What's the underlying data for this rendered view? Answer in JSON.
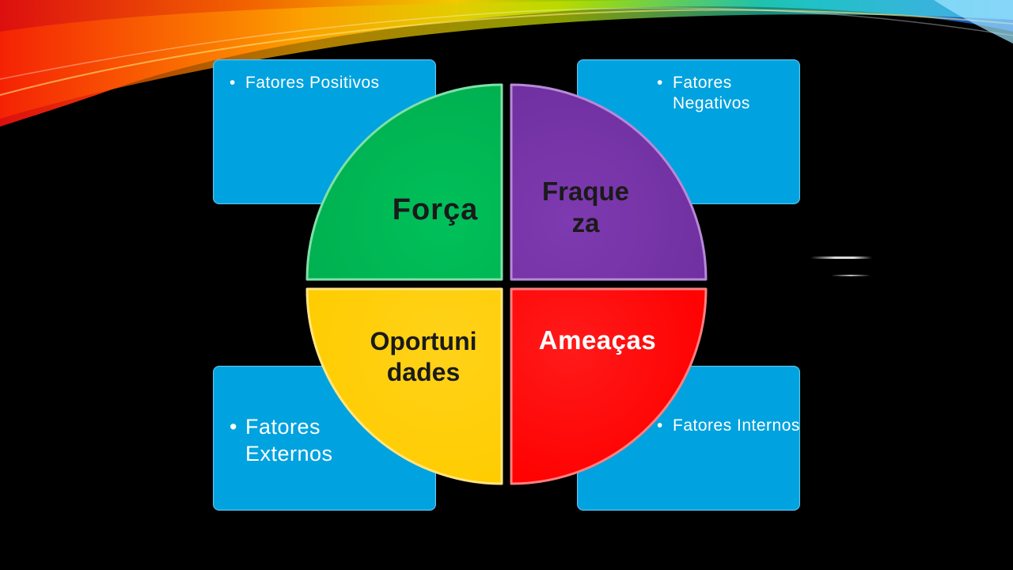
{
  "colors": {
    "background": "#000000",
    "box": "#00a2df",
    "forca": "#00b050",
    "fraqueza": "#7030a0",
    "oportunidades": "#ffcc00",
    "ameacas": "#ff0000"
  },
  "boxes": {
    "top_left": "Fatores Positivos",
    "top_right": "Fatores Negativos",
    "bottom_left": "Fatores Externos",
    "bottom_right": "Fatores Internos"
  },
  "quadrants": {
    "forca": "Força",
    "fraqueza": "Fraque\nza",
    "oportunidades": "Oportuni\ndades",
    "ameacas": "Ameaças"
  }
}
